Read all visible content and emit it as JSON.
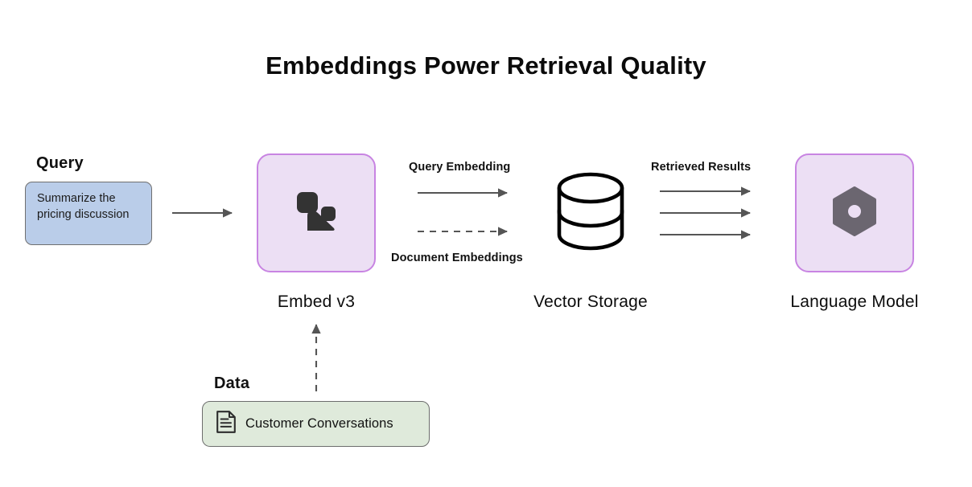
{
  "diagram": {
    "title": "Embeddings Power Retrieval Quality",
    "background_color": "#ffffff"
  },
  "query": {
    "heading": "Query",
    "card_text": "Summarize the pricing discussion",
    "fill_color": "#bacde9",
    "border_color": "#6f6f6f"
  },
  "nodes": [
    {
      "id": "embed",
      "caption": "Embed v3",
      "icon": "cohere-logo-icon",
      "fill_color": "#ecdff4",
      "border_color": "#c884e2"
    },
    {
      "id": "vector-storage",
      "caption": "Vector Storage",
      "icon": "database-cylinder-icon",
      "stroke_color": "#000000"
    },
    {
      "id": "language-model",
      "caption": "Language Model",
      "icon": "hexagon-nut-icon",
      "fill_color": "#ecdff4",
      "border_color": "#c884e2",
      "icon_color": "#6b6670"
    }
  ],
  "edges": [
    {
      "id": "query-to-embed",
      "label": "",
      "style": "solid",
      "color": "#555555"
    },
    {
      "id": "query-embedding",
      "label": "Query Embedding",
      "style": "solid",
      "color": "#555555"
    },
    {
      "id": "document-embeddings",
      "label": "Document Embeddings",
      "style": "dashed",
      "color": "#555555"
    },
    {
      "id": "retrieved-results",
      "label": "Retrieved Results",
      "style": "solid",
      "color": "#555555",
      "count": 3
    },
    {
      "id": "data-to-embed",
      "label": "",
      "style": "dashed",
      "color": "#555555"
    }
  ],
  "data_source": {
    "heading": "Data",
    "card_text": "Customer Conversations",
    "icon": "document-icon",
    "fill_color": "#dfeadb",
    "border_color": "#6d6d6d"
  }
}
